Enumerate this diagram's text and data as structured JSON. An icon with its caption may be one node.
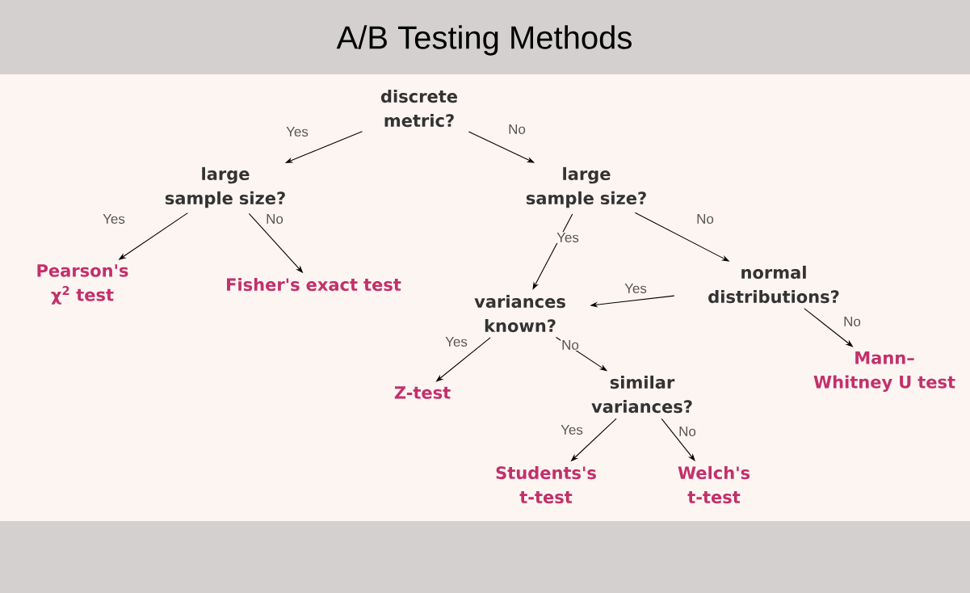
{
  "diagram": {
    "title": "A/B Testing Methods",
    "nodes": [
      {
        "text": [
          "discrete metric?"
        ]
      },
      {
        "text": [
          "large sample size?"
        ]
      },
      {
        "text": [
          "large sample size?"
        ]
      },
      {
        "text": [
          "Pearson's χ$^{2}$ test"
        ]
      },
      {
        "text": [
          "Fisher's exact test"
        ]
      },
      {
        "text": [
          "variances known?"
        ]
      },
      {
        "text": [
          "normal distributions?"
        ]
      },
      {
        "text": [
          "Z-test"
        ]
      },
      {
        "text": [
          "similar variances?"
        ]
      },
      {
        "text": [
          "Mann–Whitney U test"
        ]
      },
      {
        "text": [
          "Students's t-test"
        ]
      },
      {
        "text": [
          "Welch's t-test"
        ]
      }
    ],
    "edges": [
      {
        "from": 0,
        "to": 1,
        "arrow": "to",
        "label": "Yes"
      },
      {
        "from": 0,
        "to": 2,
        "arrow": "to",
        "label": "No"
      },
      {
        "from": 1,
        "to": 3,
        "arrow": "to",
        "label": "Yes"
      },
      {
        "from": 1,
        "to": 4,
        "arrow": "to",
        "label": "No"
      },
      {
        "from": 2,
        "to": 5,
        "arrow": "to",
        "label": "Yes"
      },
      {
        "from": 2,
        "to": 6,
        "arrow": "to",
        "label": "No"
      },
      {
        "from": 6,
        "to": 5,
        "arrow": "to",
        "label": "Yes"
      },
      {
        "from": 6,
        "to": 9,
        "arrow": "to",
        "label": "No"
      },
      {
        "from": 5,
        "to": 7,
        "arrow": "to",
        "label": "Yes"
      },
      {
        "from": 5,
        "to": 8,
        "arrow": "to",
        "label": "No"
      },
      {
        "from": 8,
        "to": 10,
        "arrow": "to",
        "label": "Yes"
      },
      {
        "from": 8,
        "to": 11,
        "arrow": "to",
        "label": "No"
      }
    ]
  }
}
